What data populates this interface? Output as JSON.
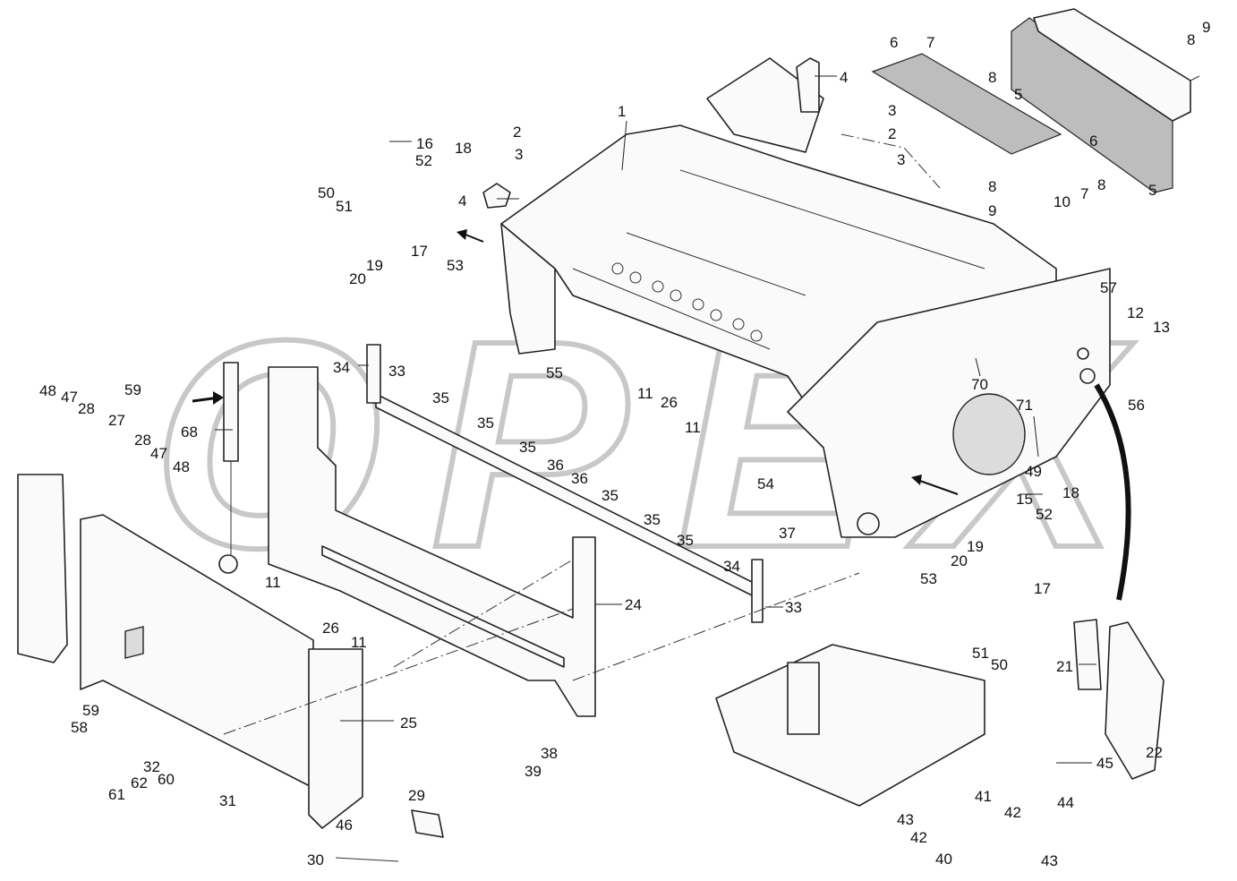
{
  "watermark": "OPEX",
  "labels": [
    {
      "id": "c1",
      "text": "1"
    },
    {
      "id": "c2a",
      "text": "2"
    },
    {
      "id": "c2b",
      "text": "2"
    },
    {
      "id": "c3a",
      "text": "3"
    },
    {
      "id": "c3b",
      "text": "3"
    },
    {
      "id": "c3c",
      "text": "3"
    },
    {
      "id": "c4a",
      "text": "4"
    },
    {
      "id": "c4b",
      "text": "4"
    },
    {
      "id": "c5a",
      "text": "5"
    },
    {
      "id": "c5b",
      "text": "5"
    },
    {
      "id": "c6a",
      "text": "6"
    },
    {
      "id": "c6b",
      "text": "6"
    },
    {
      "id": "c7a",
      "text": "7"
    },
    {
      "id": "c7b",
      "text": "7"
    },
    {
      "id": "c8a",
      "text": "8"
    },
    {
      "id": "c8b",
      "text": "8"
    },
    {
      "id": "c8c",
      "text": "8"
    },
    {
      "id": "c8d",
      "text": "8"
    },
    {
      "id": "c9a",
      "text": "9"
    },
    {
      "id": "c9b",
      "text": "9"
    },
    {
      "id": "c10",
      "text": "10"
    },
    {
      "id": "c11a",
      "text": "11"
    },
    {
      "id": "c11b",
      "text": "11"
    },
    {
      "id": "c11c",
      "text": "11"
    },
    {
      "id": "c11d",
      "text": "11"
    },
    {
      "id": "c12",
      "text": "12"
    },
    {
      "id": "c13",
      "text": "13"
    },
    {
      "id": "c15",
      "text": "15"
    },
    {
      "id": "c16",
      "text": "16"
    },
    {
      "id": "c17a",
      "text": "17"
    },
    {
      "id": "c17b",
      "text": "17"
    },
    {
      "id": "c18a",
      "text": "18"
    },
    {
      "id": "c18b",
      "text": "18"
    },
    {
      "id": "c19a",
      "text": "19"
    },
    {
      "id": "c19b",
      "text": "19"
    },
    {
      "id": "c20a",
      "text": "20"
    },
    {
      "id": "c20b",
      "text": "20"
    },
    {
      "id": "c21",
      "text": "21"
    },
    {
      "id": "c22",
      "text": "22"
    },
    {
      "id": "c24",
      "text": "24"
    },
    {
      "id": "c25",
      "text": "25"
    },
    {
      "id": "c26a",
      "text": "26"
    },
    {
      "id": "c26b",
      "text": "26"
    },
    {
      "id": "c27",
      "text": "27"
    },
    {
      "id": "c28a",
      "text": "28"
    },
    {
      "id": "c28b",
      "text": "28"
    },
    {
      "id": "c29",
      "text": "29"
    },
    {
      "id": "c30",
      "text": "30"
    },
    {
      "id": "c31",
      "text": "31"
    },
    {
      "id": "c32",
      "text": "32"
    },
    {
      "id": "c33a",
      "text": "33"
    },
    {
      "id": "c33b",
      "text": "33"
    },
    {
      "id": "c34a",
      "text": "34"
    },
    {
      "id": "c34b",
      "text": "34"
    },
    {
      "id": "c35a",
      "text": "35"
    },
    {
      "id": "c35b",
      "text": "35"
    },
    {
      "id": "c35c",
      "text": "35"
    },
    {
      "id": "c35d",
      "text": "35"
    },
    {
      "id": "c35e",
      "text": "35"
    },
    {
      "id": "c35f",
      "text": "35"
    },
    {
      "id": "c36a",
      "text": "36"
    },
    {
      "id": "c36b",
      "text": "36"
    },
    {
      "id": "c37",
      "text": "37"
    },
    {
      "id": "c38",
      "text": "38"
    },
    {
      "id": "c39",
      "text": "39"
    },
    {
      "id": "c40",
      "text": "40"
    },
    {
      "id": "c41",
      "text": "41"
    },
    {
      "id": "c42a",
      "text": "42"
    },
    {
      "id": "c42b",
      "text": "42"
    },
    {
      "id": "c43a",
      "text": "43"
    },
    {
      "id": "c43b",
      "text": "43"
    },
    {
      "id": "c44",
      "text": "44"
    },
    {
      "id": "c45",
      "text": "45"
    },
    {
      "id": "c46",
      "text": "46"
    },
    {
      "id": "c47a",
      "text": "47"
    },
    {
      "id": "c47b",
      "text": "47"
    },
    {
      "id": "c48a",
      "text": "48"
    },
    {
      "id": "c48b",
      "text": "48"
    },
    {
      "id": "c49",
      "text": "49"
    },
    {
      "id": "c50a",
      "text": "50"
    },
    {
      "id": "c50b",
      "text": "50"
    },
    {
      "id": "c51a",
      "text": "51"
    },
    {
      "id": "c51b",
      "text": "51"
    },
    {
      "id": "c52a",
      "text": "52"
    },
    {
      "id": "c52b",
      "text": "52"
    },
    {
      "id": "c53a",
      "text": "53"
    },
    {
      "id": "c53b",
      "text": "53"
    },
    {
      "id": "c54",
      "text": "54"
    },
    {
      "id": "c55",
      "text": "55"
    },
    {
      "id": "c56",
      "text": "56"
    },
    {
      "id": "c57",
      "text": "57"
    },
    {
      "id": "c58",
      "text": "58"
    },
    {
      "id": "c59a",
      "text": "59"
    },
    {
      "id": "c59b",
      "text": "59"
    },
    {
      "id": "c60",
      "text": "60"
    },
    {
      "id": "c61",
      "text": "61"
    },
    {
      "id": "c62",
      "text": "62"
    },
    {
      "id": "c68",
      "text": "68"
    },
    {
      "id": "c70",
      "text": "70"
    },
    {
      "id": "c71",
      "text": "71"
    }
  ]
}
